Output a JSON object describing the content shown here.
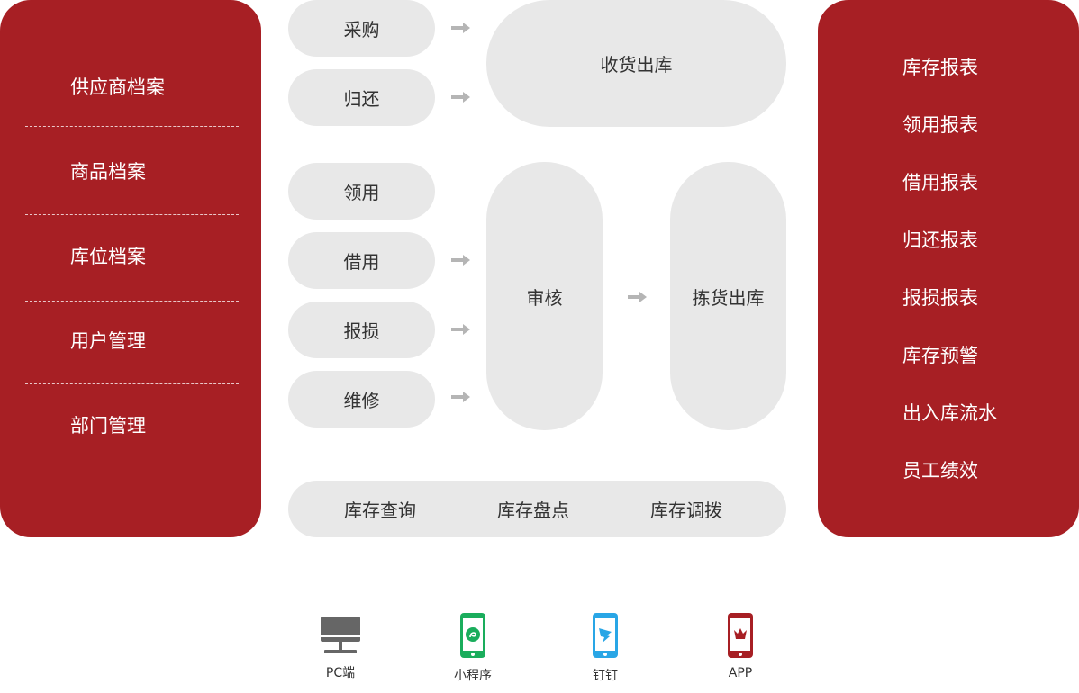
{
  "left_panel": {
    "items": [
      "供应商档案",
      "商品档案",
      "库位档案",
      "用户管理",
      "部门管理"
    ]
  },
  "flow": {
    "top_inputs": [
      "采购",
      "归还"
    ],
    "receive_node": "收货出库",
    "middle_inputs": [
      "领用",
      "借用",
      "报损",
      "维修"
    ],
    "review_node": "审核",
    "pick_node": "拣货出库",
    "bottom_items": [
      "库存查询",
      "库存盘点",
      "库存调拨"
    ]
  },
  "right_panel": {
    "items": [
      "库存报表",
      "领用报表",
      "借用报表",
      "归还报表",
      "报损报表",
      "库存预警",
      "出入库流水",
      "员工绩效"
    ]
  },
  "platforms": [
    {
      "label": "PC端",
      "icon": "pc-monitor-icon"
    },
    {
      "label": "小程序",
      "icon": "mini-program-phone-icon"
    },
    {
      "label": "钉钉",
      "icon": "dingtalk-phone-icon"
    },
    {
      "label": "APP",
      "icon": "app-phone-icon"
    }
  ],
  "colors": {
    "brand_red": "#a71f24",
    "node_gray": "#e8e8e8",
    "arrow_gray": "#b5b5b5",
    "mini_program_green": "#1aad5c",
    "dingtalk_blue": "#29a6e6",
    "pc_gray": "#666666"
  }
}
